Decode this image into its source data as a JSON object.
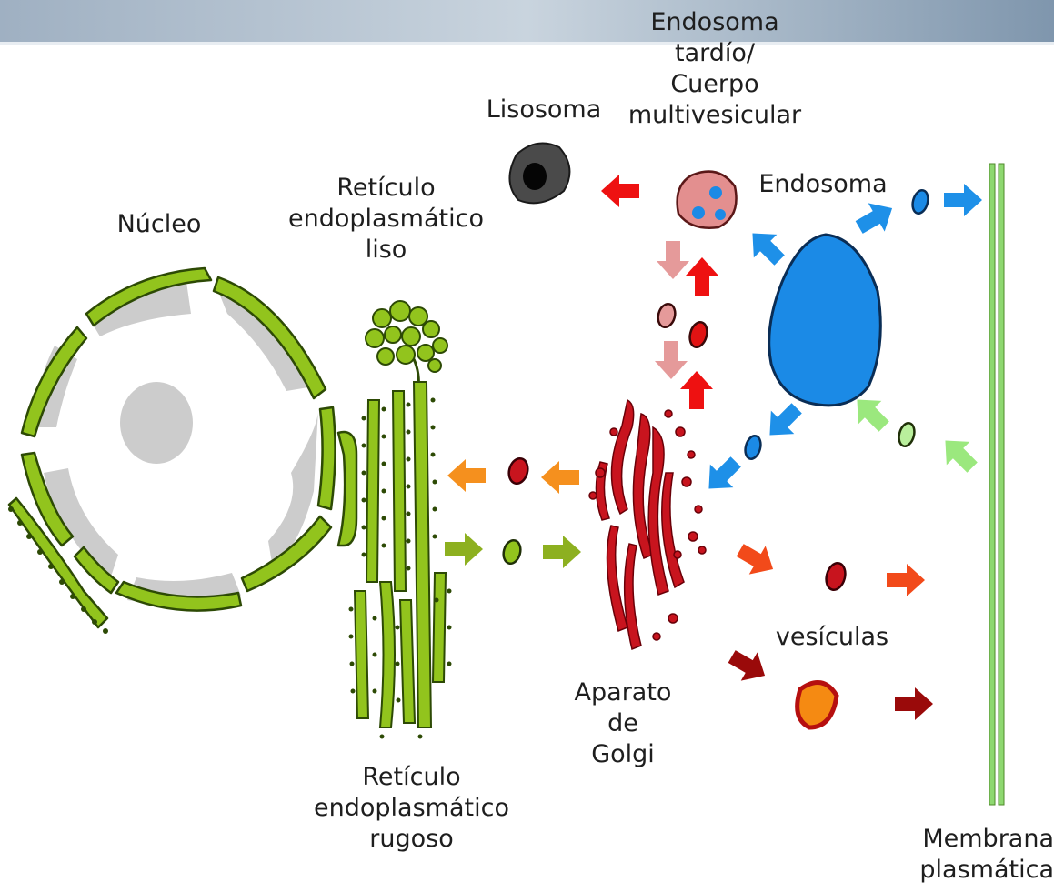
{
  "labels": {
    "late_endosome": [
      "Endosoma",
      "tardío/",
      "Cuerpo",
      "multivesicular"
    ],
    "lysosome": "Lisosoma",
    "endosome": "Endosoma",
    "smooth_er": [
      "Retículo",
      "endoplasmático",
      "liso"
    ],
    "nucleus": "Núcleo",
    "golgi": [
      "Aparato",
      "de",
      "Golgi"
    ],
    "vesicles": "vesículas",
    "rough_er": [
      "Retículo",
      "endoplasmático",
      "rugoso"
    ],
    "membrane": [
      "Membrana",
      "plasmática"
    ]
  },
  "colors": {
    "er_green": "#92c41d",
    "er_stroke": "#2d4a05",
    "golgi_red": "#c8141e",
    "endosome_blue": "#1b8ae6",
    "late_endosome_pink": "#e38f8f",
    "lysosome_gray": "#4a4a4a",
    "arrow_red": "#ee1111",
    "arrow_pink": "#e59a9a",
    "arrow_blue": "#1e90e8",
    "arrow_lightgreen": "#9be87e",
    "arrow_orange": "#f5901e",
    "arrow_olive": "#8db020",
    "arrow_redorange": "#f24a1a",
    "arrow_darkred": "#9a0a0a",
    "membrane_green": "#8ed870",
    "nucleus_gray": "#cccccc"
  }
}
